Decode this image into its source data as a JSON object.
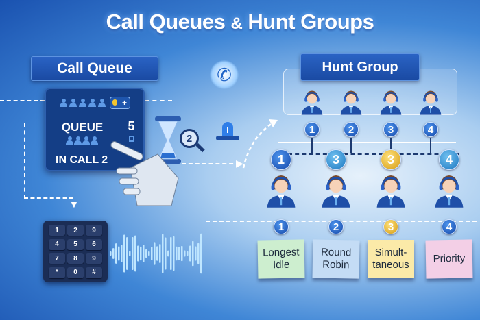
{
  "title": {
    "main": "Call Queues ",
    "amp": "&",
    "rest": " Hunt Groups"
  },
  "call_queue": {
    "label": "Call Queue",
    "queue_label": "QUEUE",
    "queue_count": "5",
    "in_call": "IN CALL 2",
    "add_symbol": "+"
  },
  "waiting_badge": "2",
  "keypad": {
    "keys": [
      "1",
      "2",
      "9",
      "4",
      "5",
      "6",
      "7",
      "8",
      "9",
      "*",
      "0",
      "#"
    ]
  },
  "hunt_group": {
    "label": "Hunt Group",
    "top_order": [
      "1",
      "2",
      "3",
      "4"
    ],
    "agent_badges": [
      "1",
      "3",
      "3",
      "4"
    ],
    "strategy_numbers": [
      "1",
      "2",
      "3",
      "4"
    ],
    "strategies": [
      {
        "line1": "Longest",
        "line2": "Idle",
        "color": "#cdeecf"
      },
      {
        "line1": "Round",
        "line2": "Robin",
        "color": "#c4dcf5"
      },
      {
        "line1": "Simult-",
        "line2": "taneous",
        "color": "#fbeaa8"
      },
      {
        "line1": "Priority",
        "line2": "",
        "color": "#f3cfe6"
      }
    ]
  },
  "colors": {
    "accent": "#1a4aa3",
    "gold": "#e0a51c"
  }
}
